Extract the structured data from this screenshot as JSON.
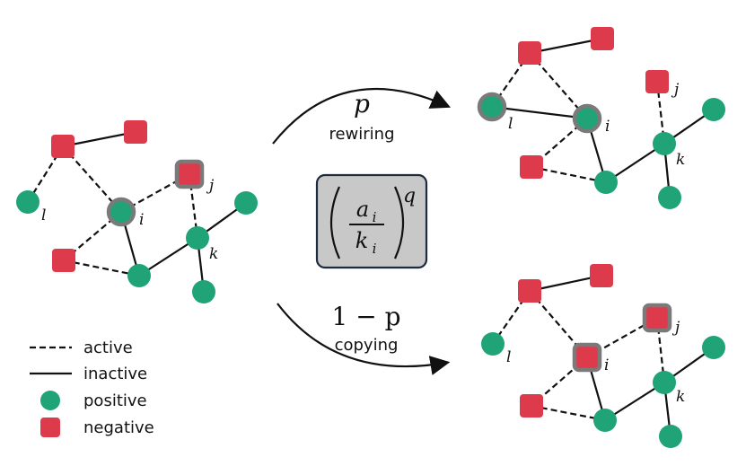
{
  "colors": {
    "positive": "#1fa377",
    "negative": "#dd3b4c",
    "highlight_ring": "#7a7a7a",
    "box_fill": "#c8c8c8",
    "box_border": "#1d2a3f",
    "line": "#111111"
  },
  "labels": {
    "node_i": "i",
    "node_j": "j",
    "node_k": "k",
    "node_l": "l"
  },
  "process": {
    "rewiring_prob": "p",
    "rewiring_label": "rewiring",
    "copying_prob": "1 − p",
    "copying_label": "copying"
  },
  "formula": {
    "numerator": "a",
    "numerator_sub": "i",
    "denominator": "k",
    "denominator_sub": "i",
    "exponent": "q"
  },
  "legend": {
    "active": "active",
    "inactive": "inactive",
    "positive": "positive",
    "negative": "negative"
  }
}
